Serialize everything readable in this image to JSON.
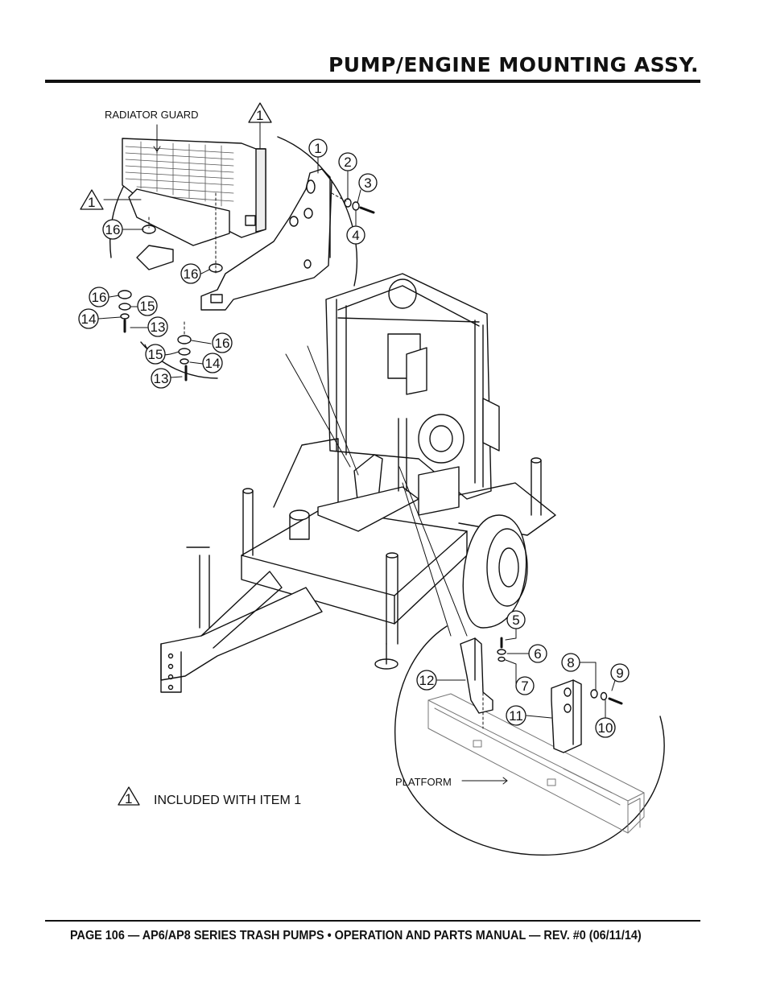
{
  "header": {
    "title": "PUMP/ENGINE MOUNTING ASSY."
  },
  "labels": {
    "radiator_guard": "RADIATOR GUARD",
    "platform": "PLATFORM",
    "note_marker": "1",
    "note_text": "INCLUDED WITH ITEM 1"
  },
  "callouts": {
    "c1": "1",
    "c2": "2",
    "c3": "3",
    "c4": "4",
    "c5": "5",
    "c6": "6",
    "c7": "7",
    "c8": "8",
    "c9": "9",
    "c10": "10",
    "c11": "11",
    "c12": "12",
    "c13a": "13",
    "c13b": "13",
    "c14a": "14",
    "c14b": "14",
    "c15a": "15",
    "c15b": "15",
    "c16a": "16",
    "c16b": "16",
    "c16c": "16",
    "c16d": "16"
  },
  "triangles": {
    "t1": "1",
    "t2": "1"
  },
  "footer": {
    "text": "PAGE 106 — AP6/AP8 SERIES TRASH PUMPS • OPERATION AND PARTS MANUAL — REV. #0 (06/11/14)"
  }
}
